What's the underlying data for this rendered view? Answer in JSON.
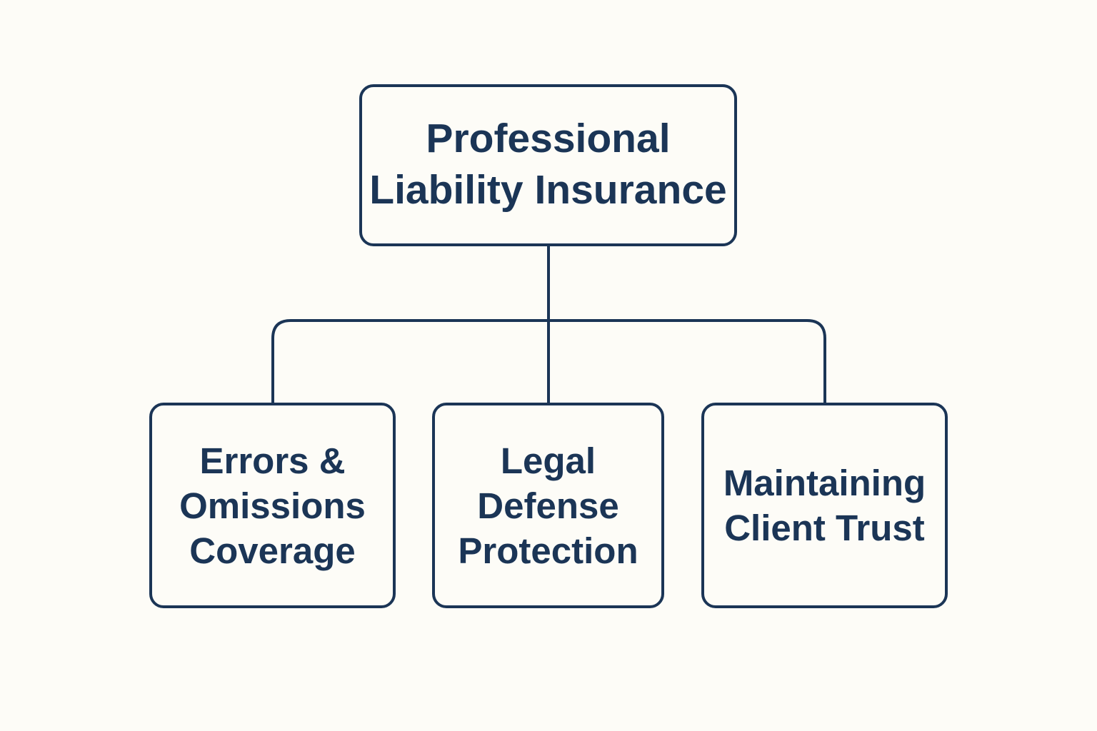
{
  "colors": {
    "background": "#fdfcf7",
    "stroke": "#1b3556",
    "text": "#1b3556"
  },
  "root": {
    "lines": [
      "Professional",
      "Liability Insurance"
    ]
  },
  "children": [
    {
      "lines": [
        "Errors &",
        "Omissions",
        "Coverage"
      ]
    },
    {
      "lines": [
        "Legal",
        "Defense",
        "Protection"
      ]
    },
    {
      "lines": [
        "Maintaining",
        "Client Trust"
      ]
    }
  ]
}
